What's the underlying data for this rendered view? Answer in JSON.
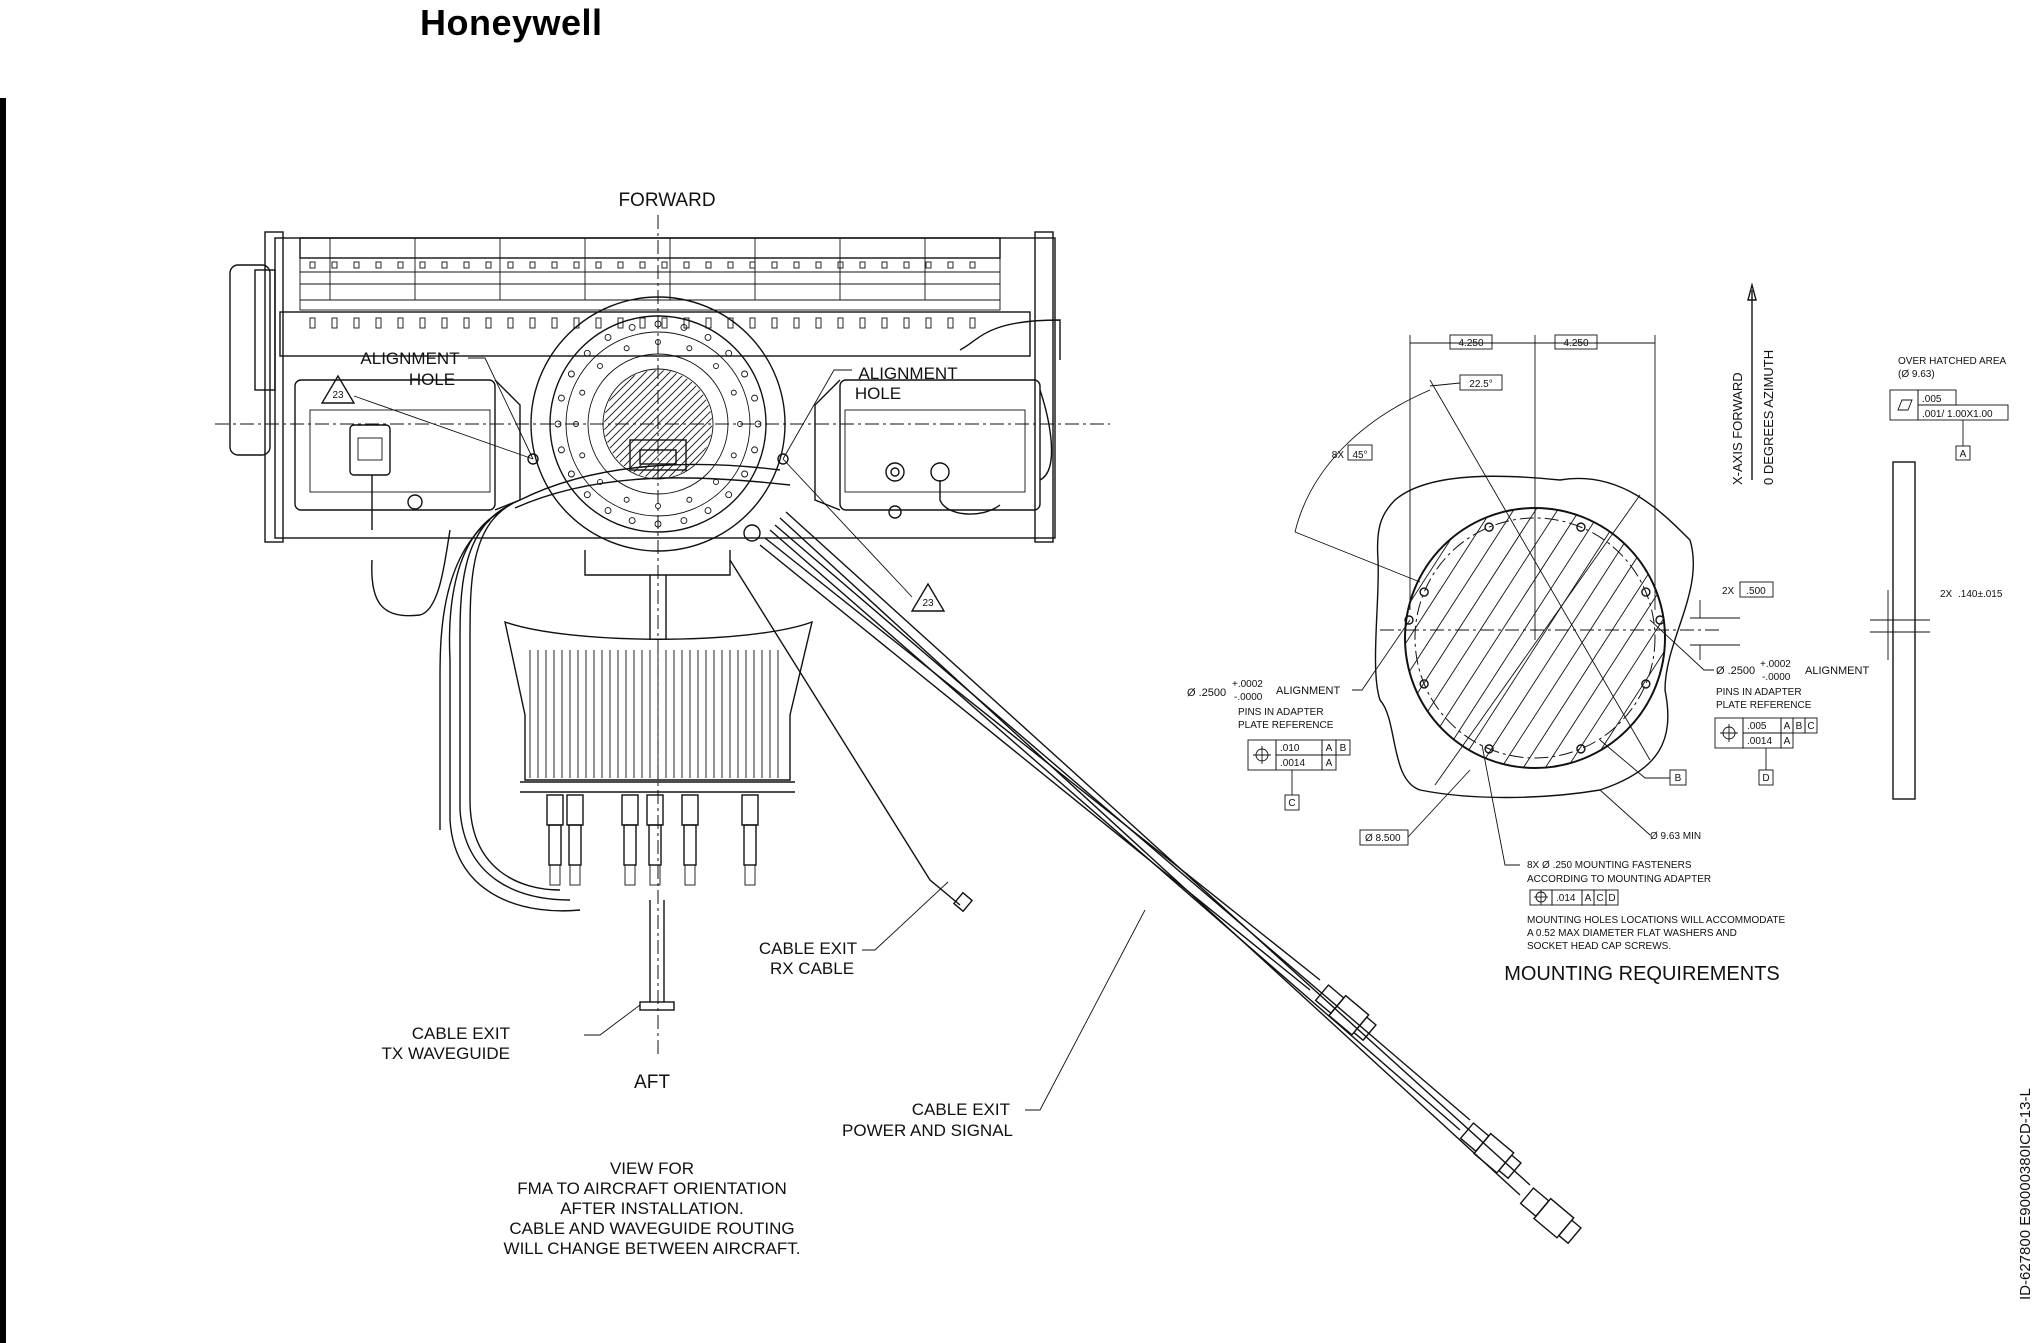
{
  "header": {
    "logo": "Honeywell"
  },
  "orientation": {
    "forward": "FORWARD",
    "aft": "AFT"
  },
  "callouts": {
    "alignment_hole_left": [
      "ALIGNMENT",
      "HOLE"
    ],
    "alignment_hole_right": [
      "ALIGNMENT",
      "HOLE"
    ],
    "note_tag": "23",
    "rx_cable": [
      "CABLE EXIT",
      "RX  CABLE"
    ],
    "tx_waveguide": [
      "CABLE EXIT",
      "TX  WAVEGUIDE"
    ],
    "power_signal": [
      "CABLE EXIT",
      "POWER AND SIGNAL"
    ]
  },
  "view_note": [
    "VIEW FOR",
    "FMA TO AIRCRAFT ORIENTATION",
    "AFTER INSTALLATION.",
    "CABLE AND WAVEGUIDE ROUTING",
    "WILL CHANGE BETWEEN AIRCRAFT."
  ],
  "mounting": {
    "title": "MOUNTING REQUIREMENTS",
    "dim_left": "4.250",
    "dim_right": "4.250",
    "angle_small": "22.5°",
    "angle_count": "8X",
    "angle_big": "45°",
    "axis_label": [
      "X-AXIS FORWARD",
      "0 DEGREES AZIMUTH"
    ],
    "hatched_note": [
      "OVER HATCHED AREA",
      "(Ø 9.63)"
    ],
    "flatness": ".005",
    "flatness_unit": ".001/ 1.00X1.00",
    "datum_a": "A",
    "datum_b": "B",
    "datum_c": "C",
    "datum_d": "D",
    "thickness_count": "2X",
    "thickness": ".140±.015",
    "gap_count": "2X",
    "gap": ".500",
    "pin_left": {
      "dia": "Ø .2500",
      "tol_plus": "+.0002",
      "tol_minus": "-.0000",
      "label": "ALIGNMENT",
      "desc": [
        "PINS IN ADAPTER",
        "PLATE REFERENCE"
      ],
      "fcf_row1": [
        ".010",
        "A",
        "B"
      ],
      "fcf_row2": [
        ".0014",
        "A"
      ]
    },
    "pin_right": {
      "dia": "Ø .2500",
      "tol_plus": "+.0002",
      "tol_minus": "-.0000",
      "label": "ALIGNMENT",
      "desc": [
        "PINS IN ADAPTER",
        "PLATE REFERENCE"
      ],
      "fcf_row1": [
        ".005",
        "A",
        "B",
        "C"
      ],
      "fcf_row2": [
        ".0014",
        "A"
      ]
    },
    "bolt_circle": "Ø 8.500",
    "min_dia": "Ø 9.63 MIN",
    "fasteners": [
      "8X Ø .250 MOUNTING FASTENERS",
      "ACCORDING TO MOUNTING ADAPTER"
    ],
    "fastener_fcf": [
      ".014",
      "A",
      "C",
      "D"
    ],
    "holes_note": [
      "MOUNTING HOLES LOCATIONS WILL ACCOMMODATE",
      "A 0.52 MAX DIAMETER FLAT WASHERS AND",
      "SOCKET HEAD CAP SCREWS."
    ]
  },
  "drawing_id": "ID-627800   E90000380ICD-13-L"
}
